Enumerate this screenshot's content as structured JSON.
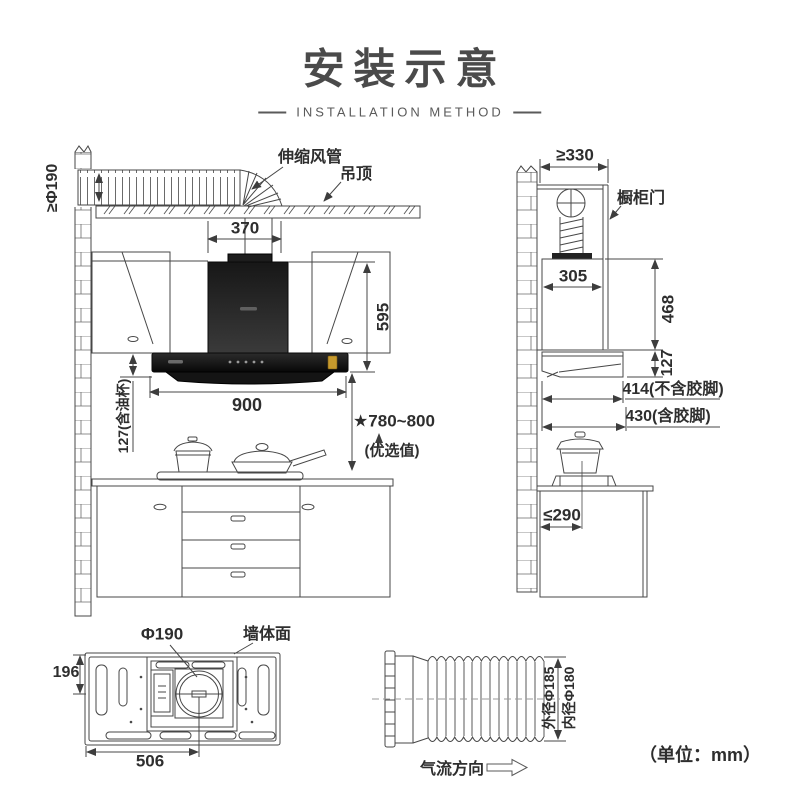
{
  "header": {
    "title": "安装示意",
    "subtitle": "INSTALLATION METHOD"
  },
  "front_view": {
    "duct_min_diameter": "≥Φ190",
    "flex_duct_label": "伸缩风管",
    "ceiling_label": "吊顶",
    "dim_chimney_width": "370",
    "dim_hood_height": "595",
    "dim_hood_width": "900",
    "dim_body_height": "127(含油杯)",
    "dim_install_height": "★780~800",
    "install_height_note": "(优选值)"
  },
  "side_view": {
    "dim_top_clearance": "≥330",
    "cabinet_door_label": "橱柜门",
    "dim_chimney_depth": "305",
    "dim_chimney_height": "468",
    "dim_body_height": "127",
    "dim_depth_excl_feet": "414(不含胶脚)",
    "dim_depth_incl_feet": "430(含胶脚)",
    "dim_stove_offset": "≤290"
  },
  "top_view": {
    "dim_outlet_diameter": "Φ190",
    "wall_face_label": "墙体面",
    "dim_depth": "196",
    "dim_width": "506"
  },
  "duct_view": {
    "dim_outer_diameter": "外径Φ185",
    "dim_inner_diameter": "内径Φ180",
    "airflow_label": "气流方向"
  },
  "footer": {
    "unit_note": "（单位：mm）"
  },
  "colors": {
    "line": "#474747",
    "arrow": "#3d3d3d",
    "text": "#2e2e2e",
    "hood_black": "#161616",
    "badge_gold": "#c79a2d"
  }
}
